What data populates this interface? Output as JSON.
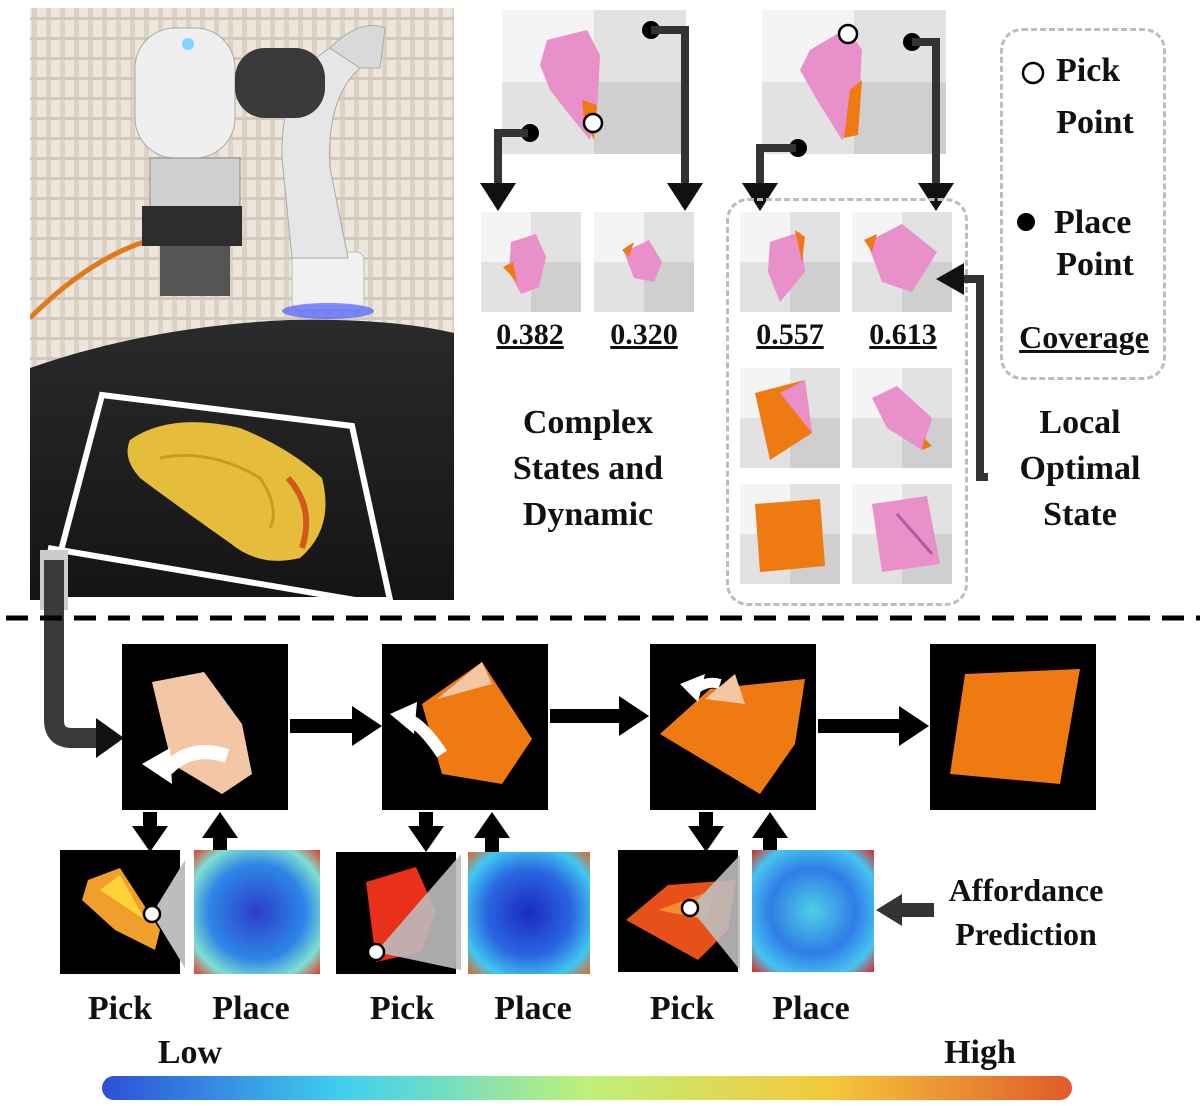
{
  "top_examples": {
    "scores": [
      "0.382",
      "0.320",
      "0.557",
      "0.613"
    ],
    "complex_label": [
      "Complex",
      "States and",
      "Dynamic"
    ],
    "local_label": [
      "Local",
      "Optimal",
      "State"
    ]
  },
  "legend": {
    "pick_line1": "Pick",
    "pick_line2": "Point",
    "place_line1": "Place",
    "place_line2": "Point",
    "coverage": "Coverage"
  },
  "pipeline": {
    "affordance_line1": "Affordance",
    "affordance_line2": "Prediction",
    "pick_labels": [
      "Pick",
      "Pick",
      "Pick"
    ],
    "place_labels": [
      "Place",
      "Place",
      "Place"
    ]
  },
  "colorbar": {
    "low": "Low",
    "high": "High",
    "colors": [
      "#2d4fd6",
      "#3fd0f0",
      "#bff07a",
      "#f5c83a",
      "#e05a2a"
    ]
  }
}
